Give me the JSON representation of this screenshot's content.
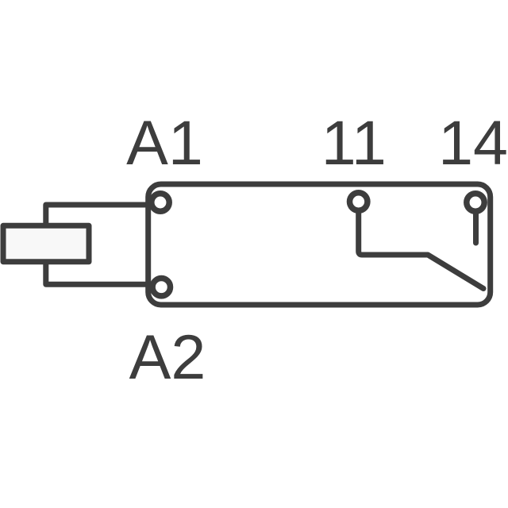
{
  "diagram": {
    "kind": "relay-pinout-schematic",
    "labels": {
      "coil_top": "A1",
      "coil_bottom": "A2",
      "contact_common": "11",
      "contact_no": "14"
    },
    "colors": {
      "stroke": "#3d3d3d",
      "coil_fill": "#f8f8f8",
      "background": "#ffffff"
    }
  }
}
